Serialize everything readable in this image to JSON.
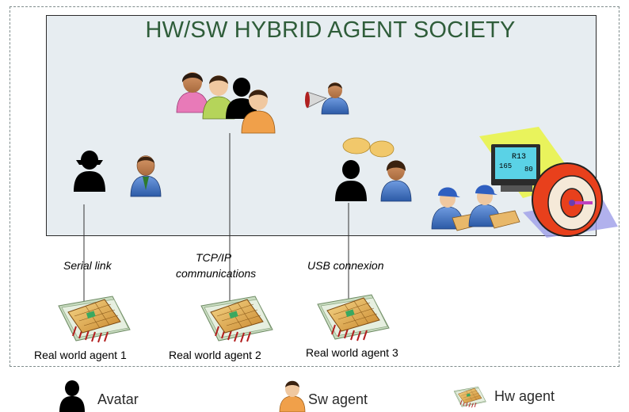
{
  "title": "HW/SW HYBRID AGENT SOCIETY",
  "links": {
    "serial": "Serial link",
    "tcp_line1": "TCP/IP",
    "tcp_line2": "communications",
    "usb": "USB connexion"
  },
  "agents": [
    "Real world agent 1",
    "Real world agent 2",
    "Real world agent 3"
  ],
  "legend": {
    "avatar": "Avatar",
    "sw": "Sw agent",
    "hw": "Hw agent"
  },
  "monitor": {
    "line1": "R13",
    "line2": "165",
    "line3": "80"
  },
  "colors": {
    "title": "#2f5d3a",
    "society_bg": "#e7edf1",
    "frame": "#7f8c8c"
  },
  "icons": [
    "avatar-icon",
    "sw-agent-icon",
    "hw-agent-icon",
    "group-icon",
    "megaphone-icon",
    "speech-bubble-icon",
    "worker-icon",
    "monitor-icon",
    "machine-icon"
  ]
}
